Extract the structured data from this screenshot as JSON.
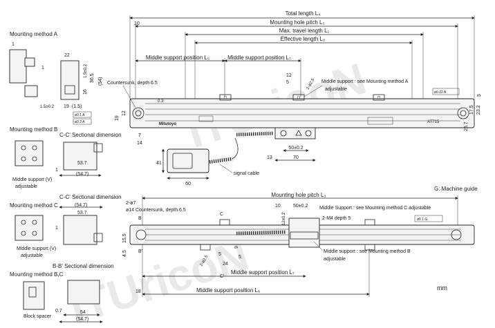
{
  "watermark": "ITUricoN",
  "top": {
    "dims": {
      "total_length": "Total length L₄",
      "mounting_hole_pitch": "Mounting hole pitch L₂",
      "max_travel": "Max. travel length L₁",
      "effective_length": "Effective length L₀",
      "mid_support_l5": "Middle support position L₅",
      "mid_support_l7": "Middle support position L₇",
      "d10": "10",
      "d12": "12",
      "d5": "5",
      "d2_82_5": "2-ø2.5",
      "d0_3": "0.3",
      "d19": "19",
      "d12b": "12",
      "d7": "7",
      "d14": "14",
      "d50": "50±0.2",
      "d13": "13",
      "d70": "70",
      "d5r": "5",
      "d17_5": "17.5",
      "d23_2": "23.2",
      "d25_7": "25.7",
      "d41": "41",
      "d60": "60"
    },
    "labels": {
      "countersunk": "Countersunk, depth 6.5",
      "mid_support_note": "Middle support : see Mounting method A",
      "adjustable": "adjustable",
      "signal_cable": "signal cable",
      "brand": "Mitutoyo",
      "model": "AT715",
      "tag": "ø0.02 A"
    }
  },
  "left": {
    "method_a": "Mounting method A",
    "a_dims": [
      "1",
      "1",
      "22",
      "16",
      "1.5±0.2",
      "36.5",
      "(54)",
      "19",
      "(1.5)",
      "1.5±0.2"
    ],
    "a_tags": [
      "ø0.1 A",
      "ø0.2 A"
    ],
    "method_b": "Mounting method B",
    "cc_sec": "C-C' Sectional dimension",
    "b_dims": [
      "53.7",
      "1",
      "(54.7)"
    ],
    "b_note": "Middle support (V)",
    "b_note2": "adjustable",
    "cc_sec2": "C-C' Sectional dimension",
    "method_c": "Mounting method C",
    "c_dims": [
      "(54.7)",
      "53.7",
      "1"
    ],
    "c_note": "Middle support (V)",
    "c_note2": "adjustable",
    "bb_sec": "B-B' Sectional dimension",
    "method_bc": "Mounting method B,C",
    "bc_dims": [
      "0.7",
      "54",
      "(54.7)"
    ],
    "block_spacer": "Block spacer"
  },
  "bottom": {
    "guide_label": "G: Machine guide",
    "pitch": "Mounting hole pitch L₃",
    "d2_7": "2-ø7",
    "d14c": "ø14 Countersunk, depth 6.5",
    "d10": "10",
    "d50": "50±0.2",
    "mid_c": "Middle Support : see Mounting method C adjustable",
    "d2m4": "2-M4 depth 5",
    "mid_b": "Middle support : see Mounting method B",
    "mid_b2": "adjustable",
    "mid_l7": "Middle support position L₇",
    "mid_l6": "Middle support position L₆",
    "d18": "18",
    "d15_5": "15.5",
    "d4_5": "4.5",
    "d9": "9",
    "d5": "5",
    "d24": "24",
    "d5b": "5",
    "d2_82_5": "2-ø2.5",
    "d12": "12±0.2",
    "b": "B",
    "bp": "B'",
    "c": "C",
    "cp": "C'",
    "tag": "ø0.1 G",
    "unit": "mm"
  }
}
